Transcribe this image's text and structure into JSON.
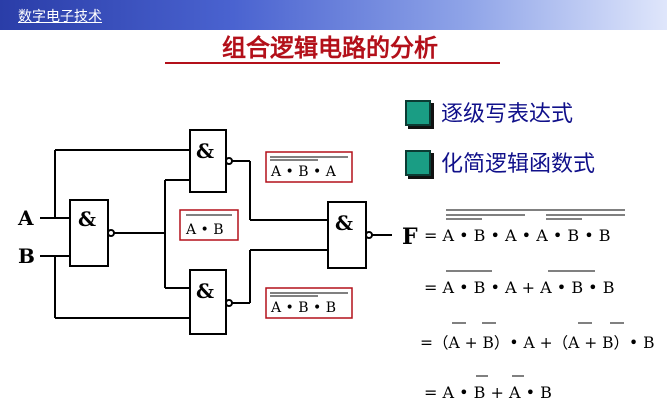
{
  "header": {
    "course_label": "数字电子技术"
  },
  "title": "组合逻辑电路的分析",
  "bullets": [
    {
      "label": "逐级写表达式",
      "icon": "teal-square-bullet-icon"
    },
    {
      "label": "化简逻辑函数式",
      "icon": "teal-square-bullet-icon"
    }
  ],
  "circuit": {
    "inputs": [
      "A",
      "B"
    ],
    "gate_symbol": "&",
    "gate_type": "NAND",
    "gate_count": 4,
    "intermediate_labels": [
      {
        "text": "A • B",
        "note": "overbar"
      },
      {
        "text": "A • B • A",
        "note": "overbar"
      },
      {
        "text": "A • B • B",
        "note": "overbar"
      }
    ],
    "output": "F"
  },
  "equations": [
    "= A • B • A • A • B • B",
    "= A • B • A + A • B • B",
    "=（A + B）• A +（A + B）• B",
    "= A • B + A • B"
  ],
  "colors": {
    "title": "#b3101a",
    "bullet_text": "#10108a",
    "bullet_box": "#1a9d84"
  }
}
